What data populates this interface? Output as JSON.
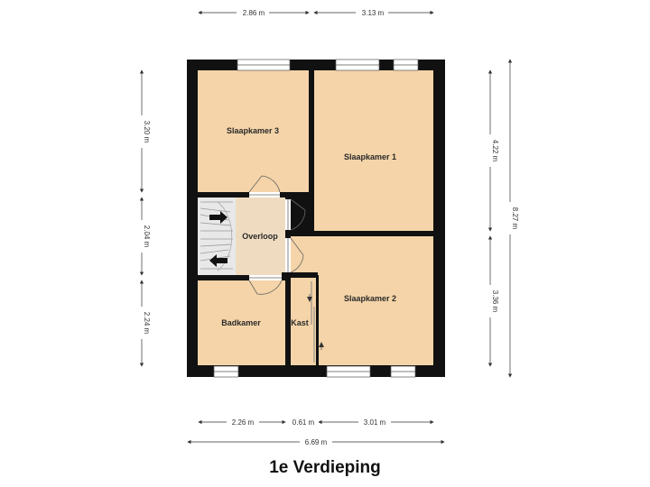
{
  "title": "1e Verdieping",
  "colors": {
    "wall": "#111111",
    "floor": "#f4d4a8",
    "landing": "#efdcc0",
    "dimension": "#333333"
  },
  "rooms": {
    "slaapkamer3": "Slaapkamer 3",
    "slaapkamer1": "Slaapkamer 1",
    "overloop": "Overloop",
    "slaapkamer2": "Slaapkamer 2",
    "badkamer": "Badkamer",
    "kast": "Kast"
  },
  "dimensions": {
    "top_left": "2.86 m",
    "top_right": "3.13 m",
    "left_top": "3.20 m",
    "left_mid": "2.04 m",
    "left_bottom": "2.24 m",
    "right_top": "4.22 m",
    "right_bottom": "3.36 m",
    "right_total": "8.27 m",
    "bottom_left": "2.26 m",
    "bottom_mid": "0.61 m",
    "bottom_right": "3.01 m",
    "bottom_total": "6.69 m"
  }
}
